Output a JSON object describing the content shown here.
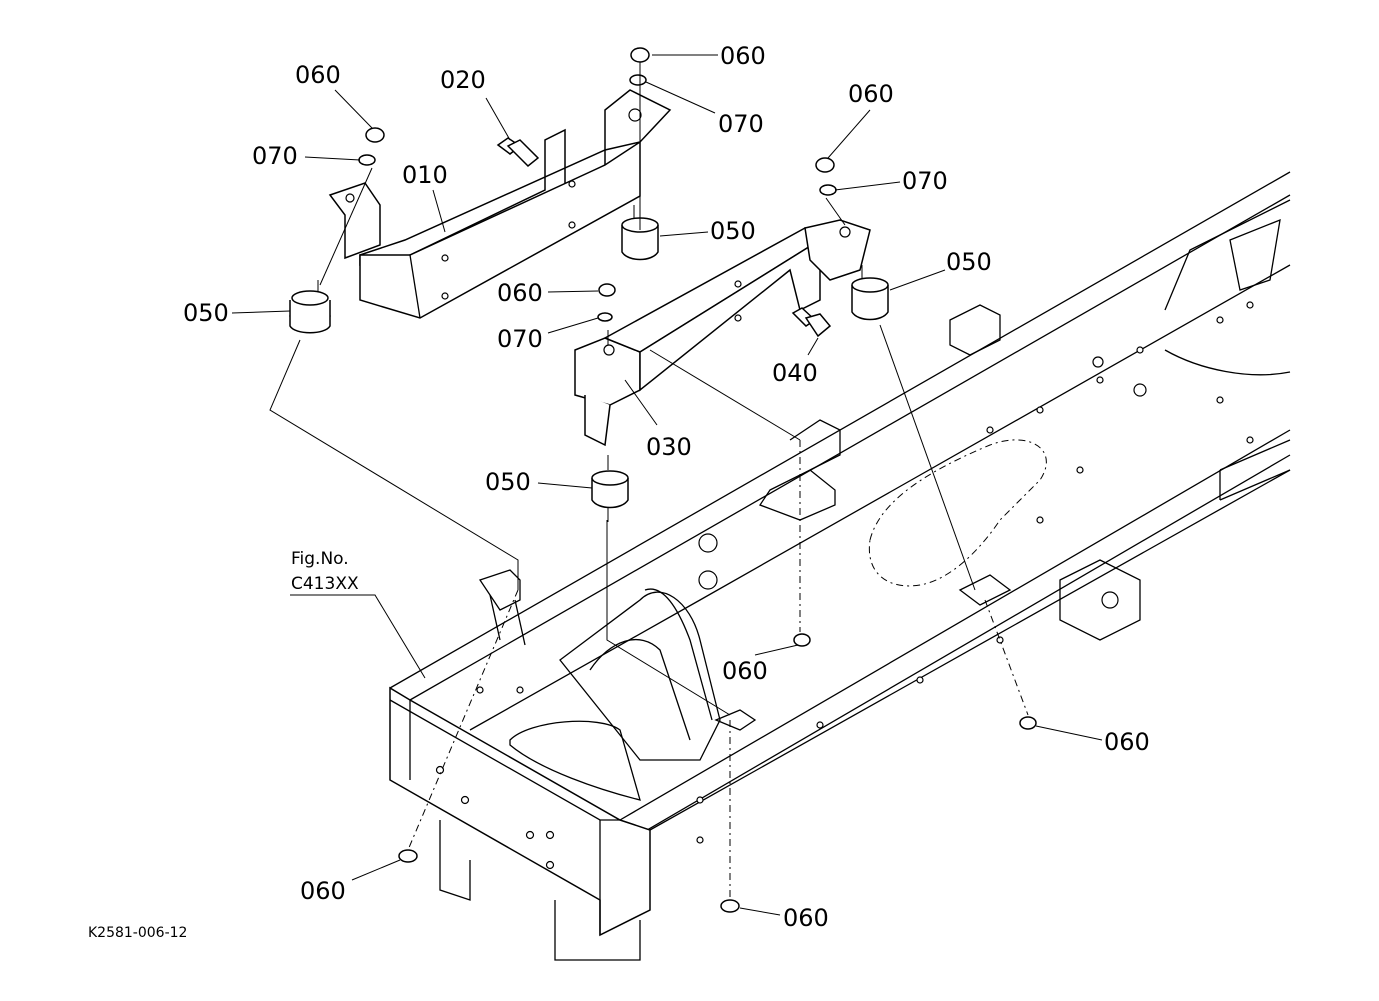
{
  "callouts": {
    "c060_top": "060",
    "c070_top": "070",
    "c020": "020",
    "c060_left": "060",
    "c070_left": "070",
    "c010": "010",
    "c050_left": "050",
    "c050_center": "050",
    "c060_mid": "060",
    "c070_mid": "070",
    "c030": "030",
    "c060_right": "060",
    "c070_right": "070",
    "c050_right": "050",
    "c040": "040",
    "c050_low": "050",
    "c060_frame": "060",
    "c060_frame_right": "060",
    "c060_bottom_left": "060",
    "c060_bottom_center": "060"
  },
  "figure_ref": {
    "line1": "Fig.No.",
    "line2": "C413XX"
  },
  "drawing_code": "K2581-006-12"
}
